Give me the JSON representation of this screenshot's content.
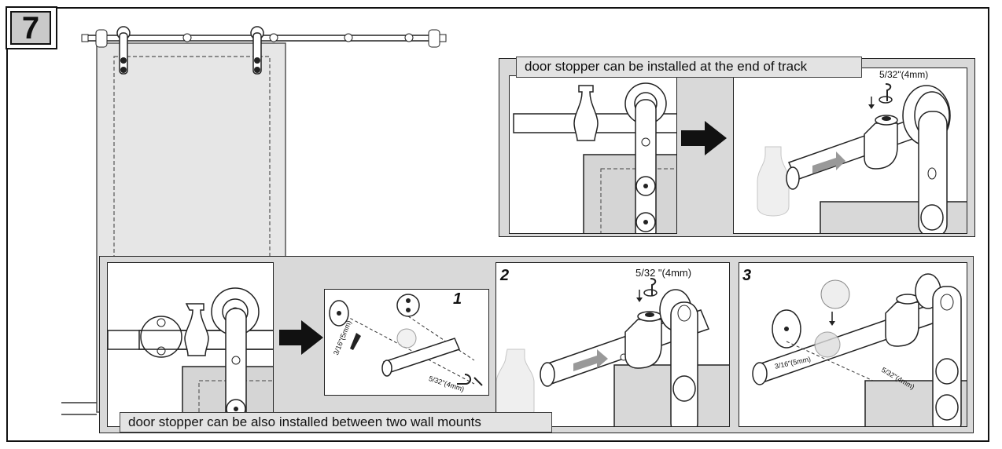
{
  "step_number": "7",
  "top_panel": {
    "caption": "door stopper can be installed at the end of track",
    "size_label": "5/32\"(4mm)"
  },
  "bottom_panel": {
    "caption": "door stopper can be also installed between two wall mounts",
    "sub1": {
      "number": "1",
      "label_a": "3/16\"(5mm)",
      "label_b": "5/32\"(4mm)"
    },
    "sub2": {
      "number": "2",
      "size_label": "5/32 \"(4mm)"
    },
    "sub3": {
      "number": "3",
      "label_a": "3/16\"(5mm)",
      "label_b": "5/32\"(4mm)"
    }
  }
}
